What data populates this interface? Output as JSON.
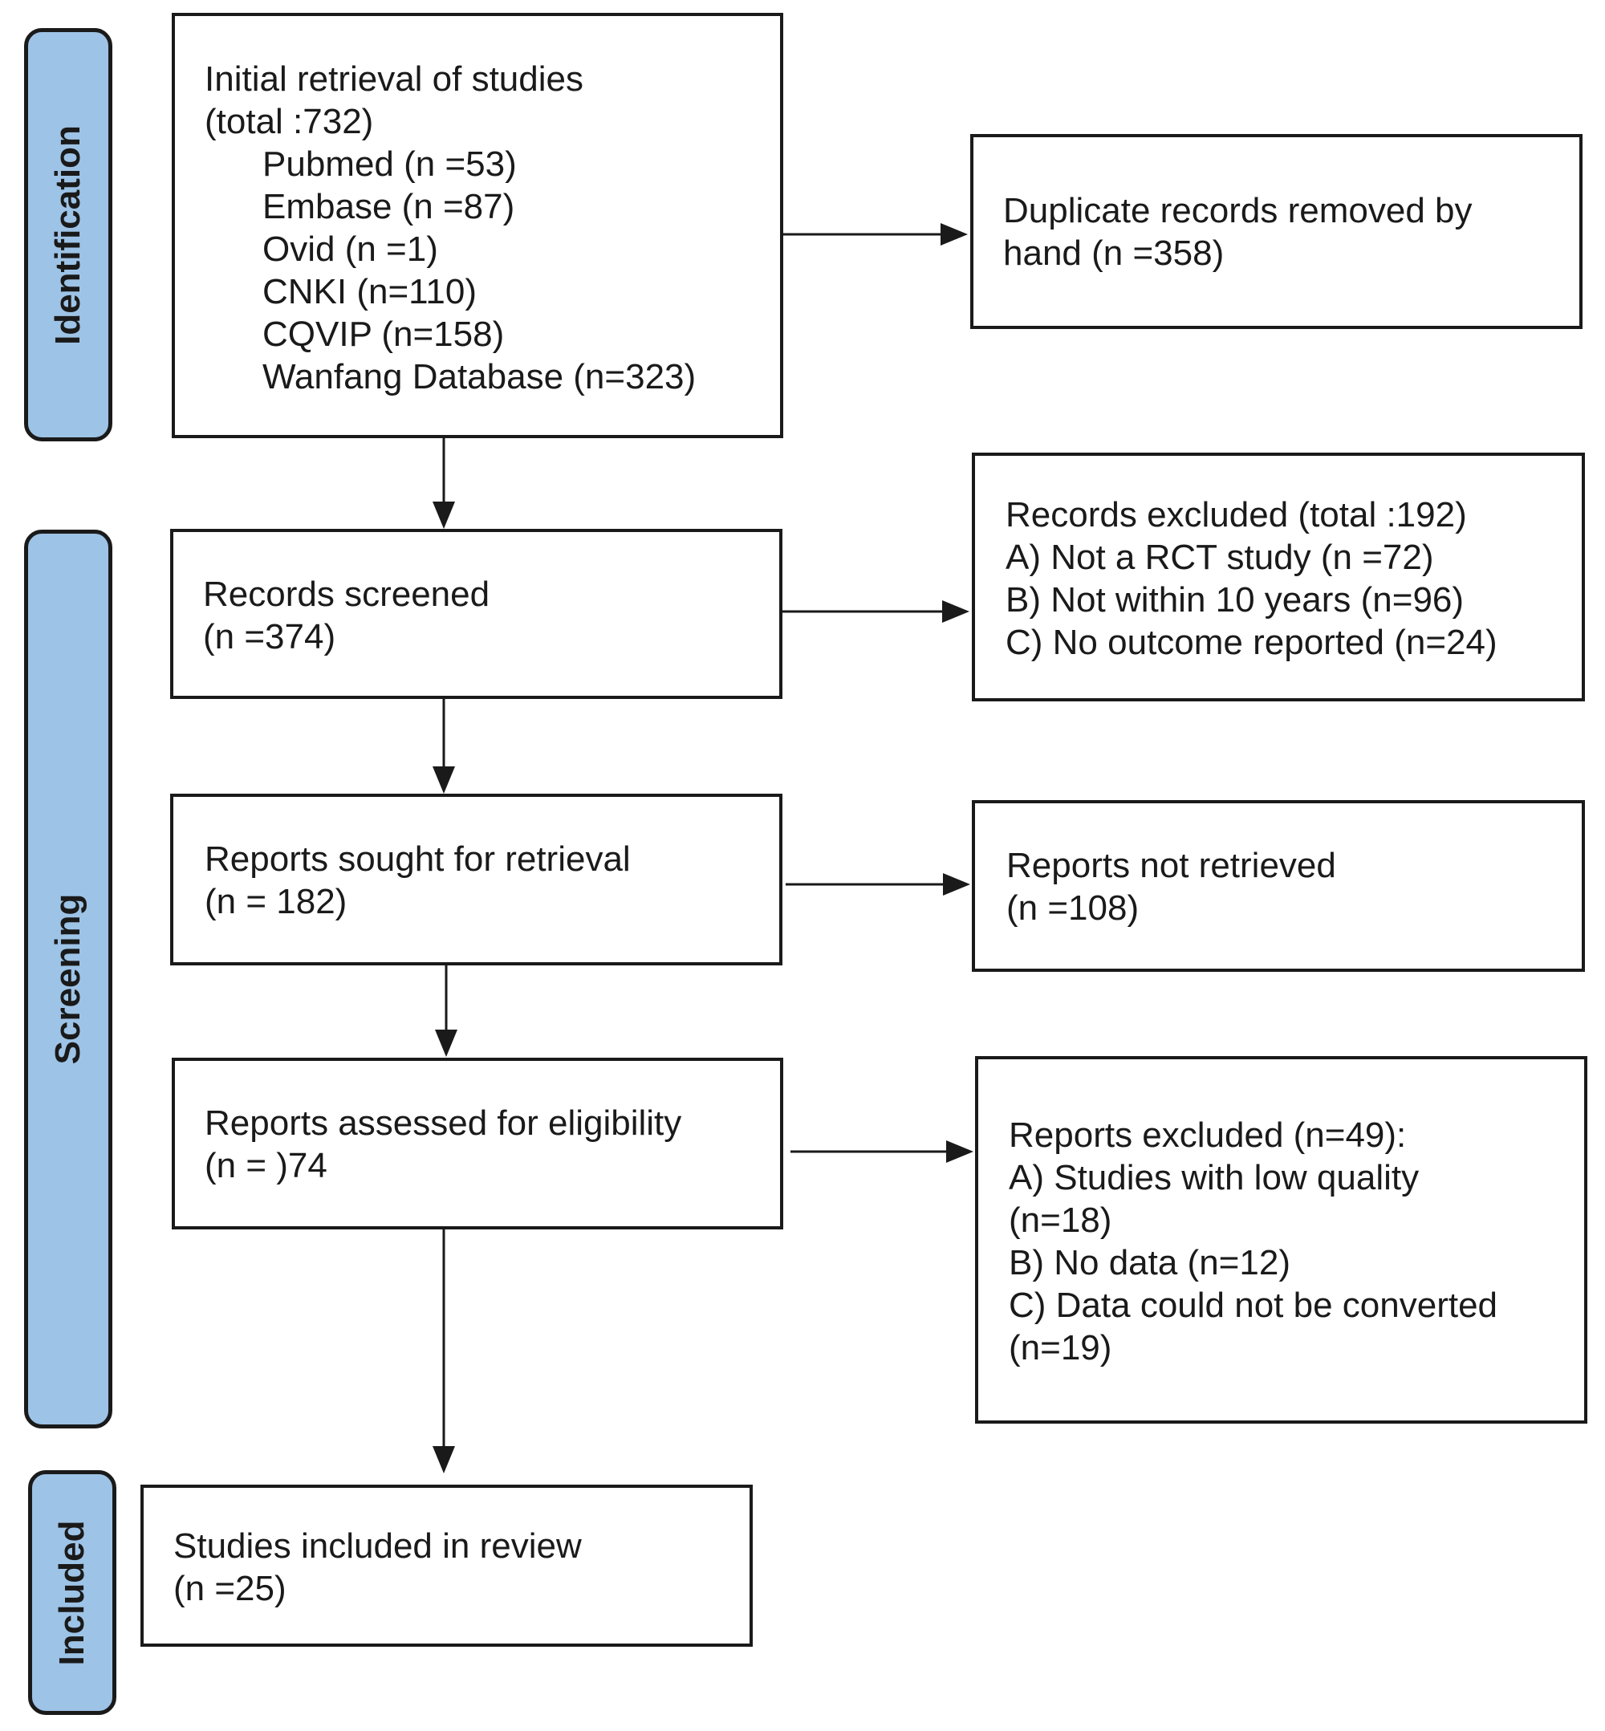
{
  "phases": {
    "identification": "Identification",
    "screening": "Screening",
    "included": "Included"
  },
  "boxes": {
    "initial": {
      "lines": [
        "Initial retrieval of studies",
        "(total :732)"
      ],
      "sources": [
        "Pubmed (n =53)",
        "Embase (n =87)",
        "Ovid (n =1)",
        "CNKI (n=110)",
        "CQVIP (n=158)",
        "Wanfang Database (n=323)"
      ]
    },
    "duplicates": {
      "lines": [
        "Duplicate records removed by",
        "hand (n =358)"
      ]
    },
    "screened": {
      "lines": [
        "Records screened",
        "(n =374)"
      ]
    },
    "records_excluded": {
      "lines": [
        "Records excluded (total :192)",
        "A) Not a RCT study (n =72)",
        "B) Not within 10 years (n=96)",
        "C) No outcome reported (n=24)"
      ]
    },
    "sought": {
      "lines": [
        "Reports sought for retrieval",
        "(n = 182)"
      ]
    },
    "not_retrieved": {
      "lines": [
        "Reports not retrieved",
        "(n =108)"
      ]
    },
    "assessed": {
      "lines": [
        "Reports assessed for eligibility",
        "(n = )74"
      ]
    },
    "reports_excluded": {
      "lines": [
        "Reports excluded (n=49):",
        "A) Studies with low quality",
        "(n=18)",
        "B) No data (n=12)",
        "C) Data could not be converted",
        "(n=19)"
      ]
    },
    "included": {
      "lines": [
        "Studies included in review",
        "(n =25)"
      ]
    }
  },
  "colors": {
    "phase_fill": "#9dc3e6",
    "stroke": "#1a1a1a"
  }
}
